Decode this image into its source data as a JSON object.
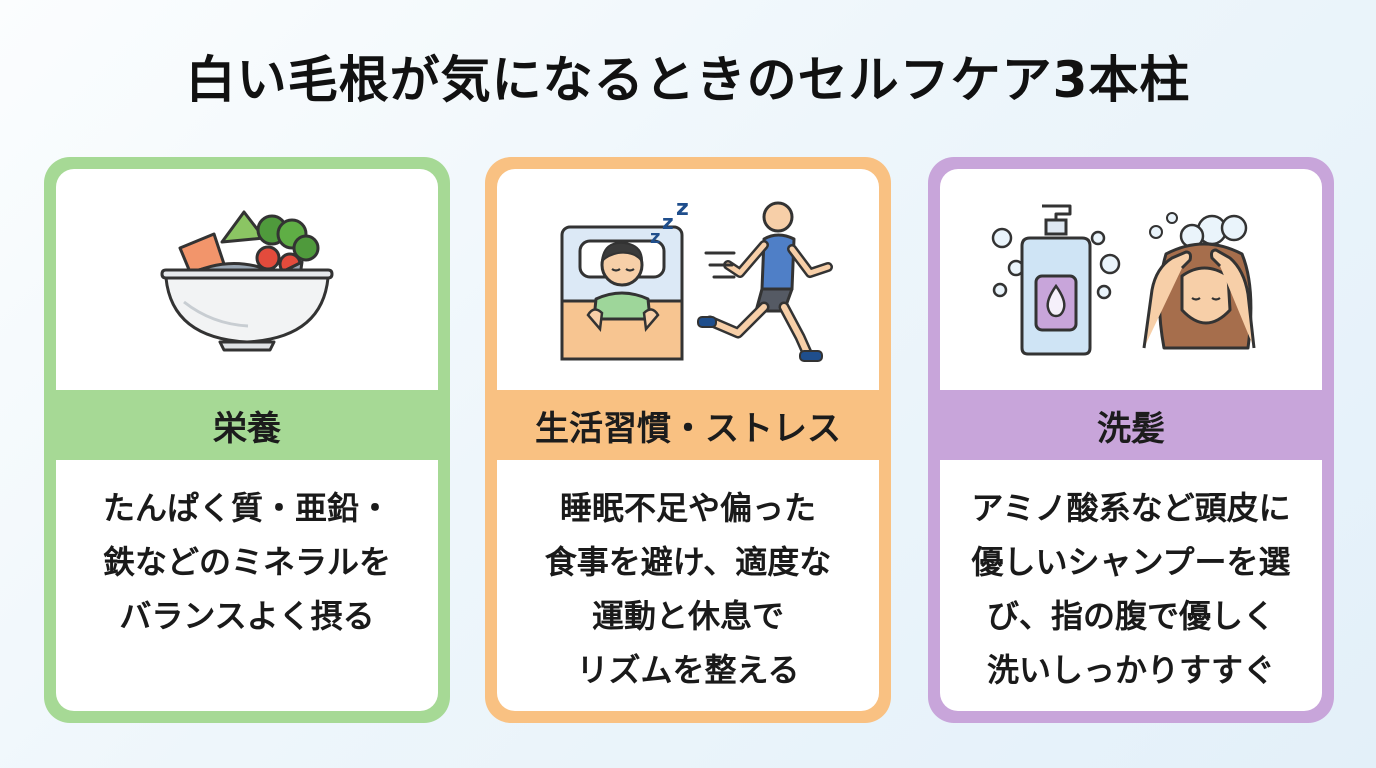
{
  "title": "白い毛根が気になるときのセルフケア3本柱",
  "colors": {
    "nutrition": "#a6d995",
    "lifestyle": "#f9c182",
    "washing": "#c8a5da"
  },
  "cards": [
    {
      "heading": "栄養",
      "icon": "food-bowl-icon",
      "lines": [
        "たんぱく質・亜鉛・",
        "鉄などのミネラルを",
        "バランスよく摂る"
      ]
    },
    {
      "heading": "生活習慣・ストレス",
      "icon": "sleep-and-running-icon",
      "lines": [
        "睡眠不足や偏った",
        "食事を避け、適度な",
        "運動と休息で",
        "リズムを整える"
      ]
    },
    {
      "heading": "洗髪",
      "icon": "shampoo-and-hair-washing-icon",
      "lines": [
        "アミノ酸系など頭皮に",
        "優しいシャンプーを選",
        "び、指の腹で優しく",
        "洗いしっかりすすぐ"
      ]
    }
  ]
}
